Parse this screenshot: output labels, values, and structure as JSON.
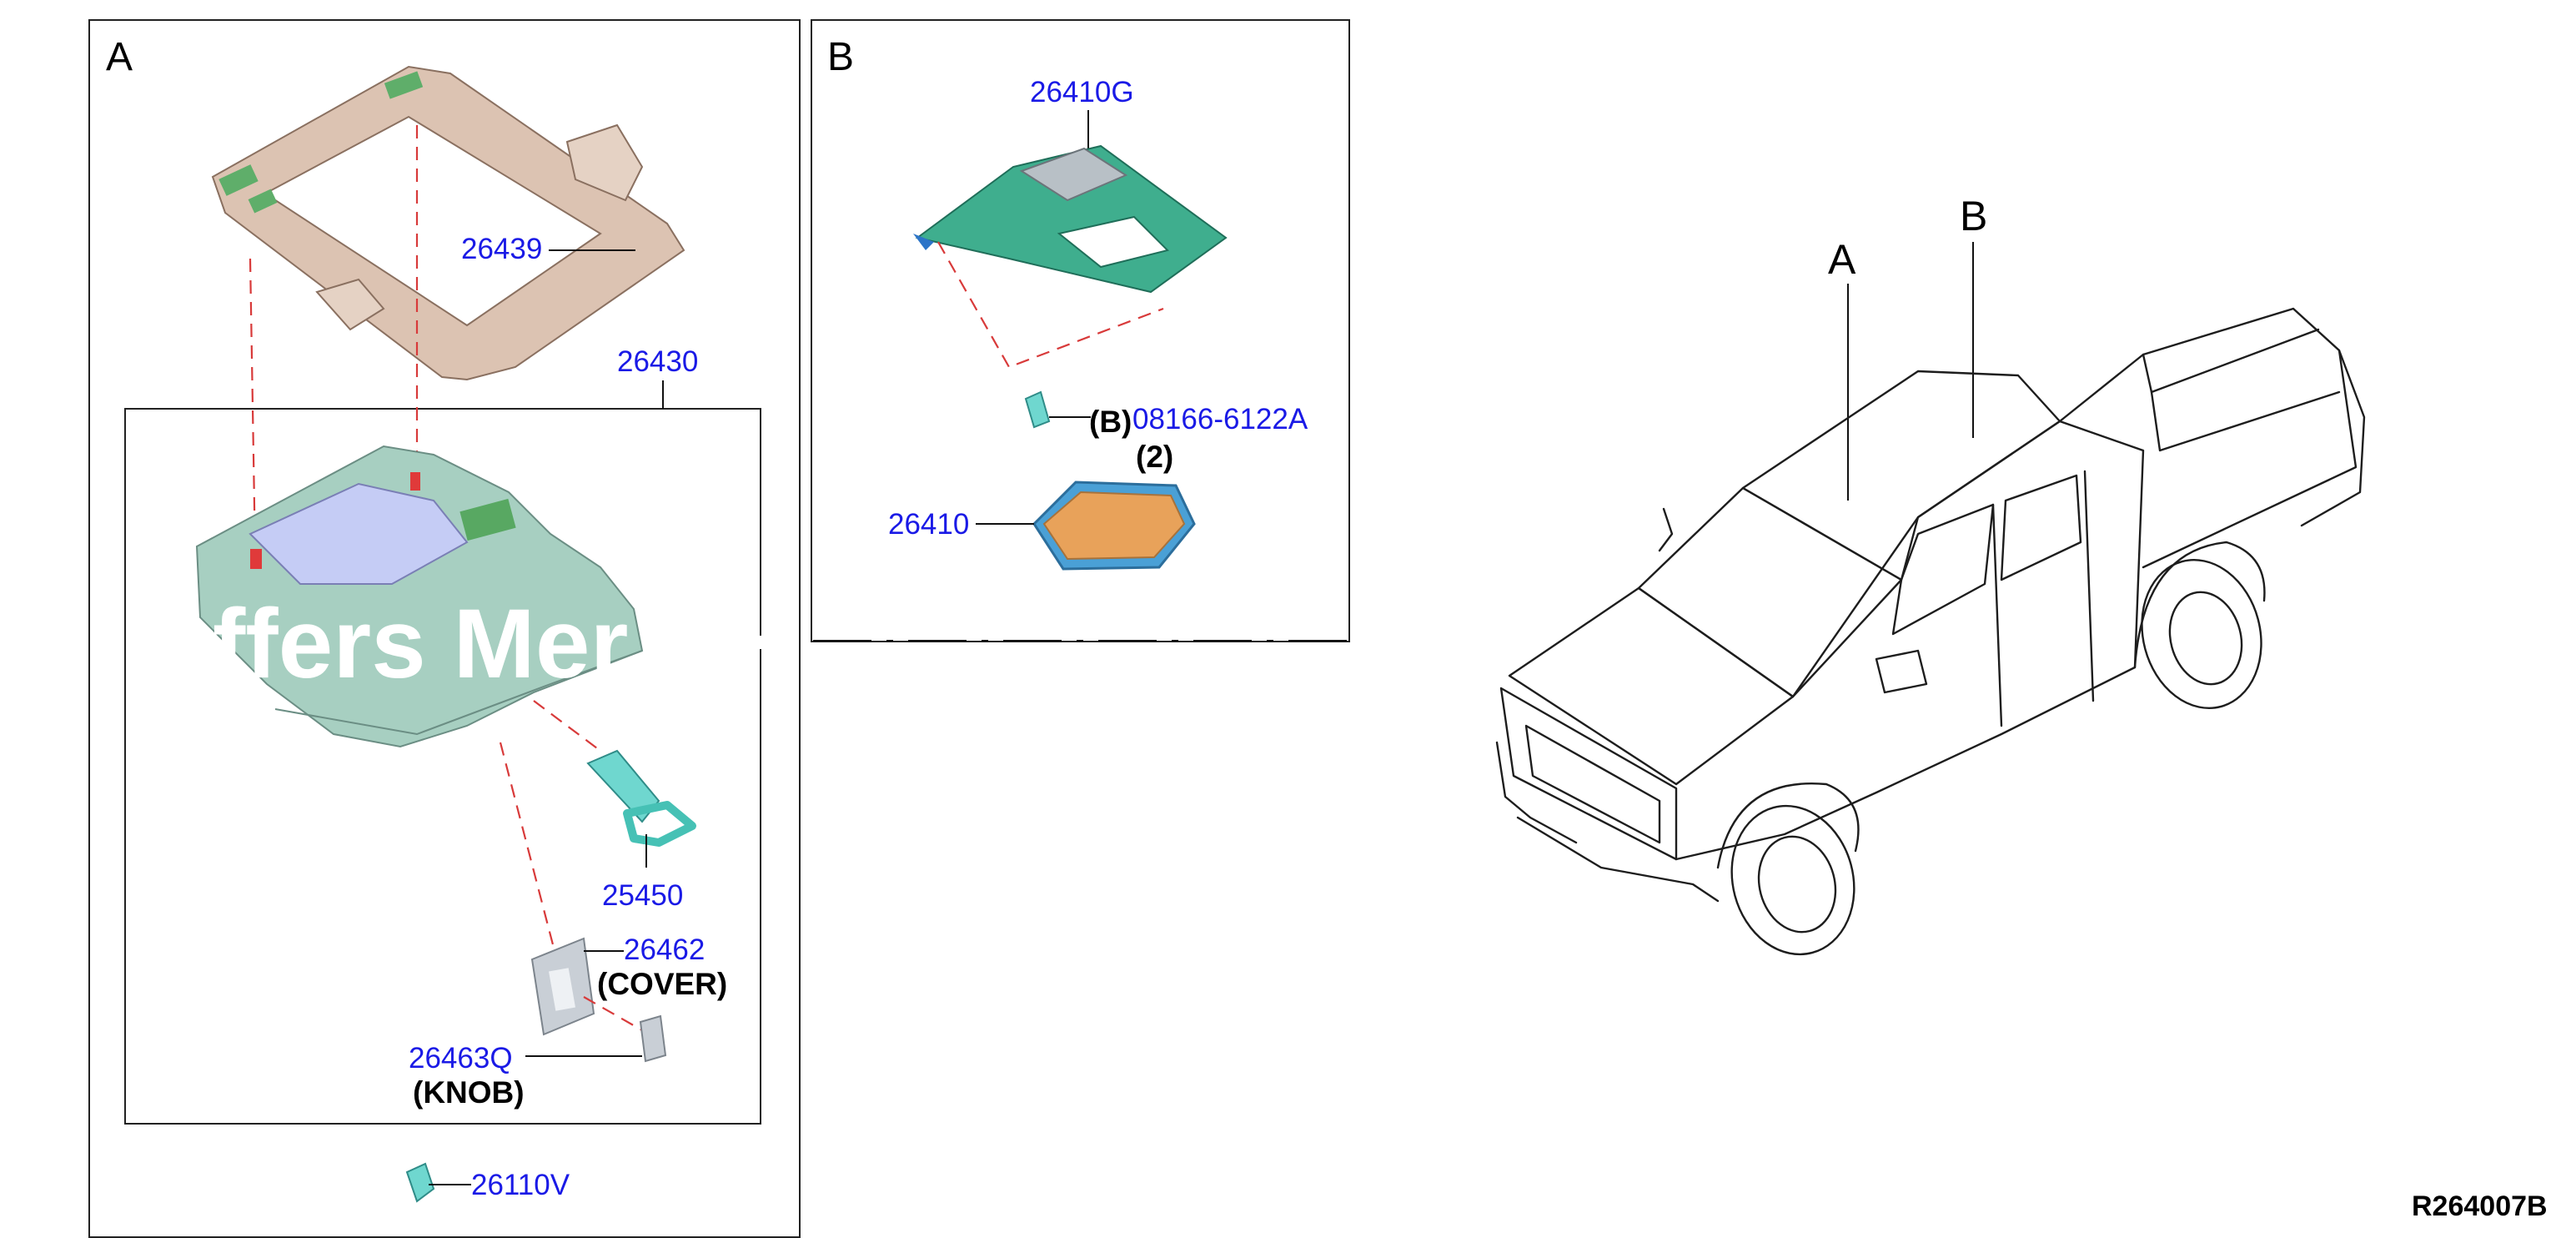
{
  "panels": {
    "a": {
      "label": "A"
    },
    "b": {
      "label": "B"
    }
  },
  "parts": {
    "p26439": "26439",
    "p26430": "26430",
    "p25450": "25450",
    "p26462": "26462",
    "p26462_note": "(COVER)",
    "p26463q": "26463Q",
    "p26463q_note": "(KNOB)",
    "p26110v": "26110V",
    "p26410g": "26410G",
    "p08166_prefix": "(B)",
    "p08166": "08166-6122A",
    "p08166_qty": "(2)",
    "p26410": "26410"
  },
  "vehicle_view": {
    "label_a": "A",
    "label_b": "B"
  },
  "watermark": "ffers Mer",
  "diagram_ref": "R264007B",
  "colors": {
    "part_number": "#1a1ae6",
    "frame_tan": "#d9bfae",
    "lamp_green": "#9fc9b8",
    "lens_orange": "#e8a25a",
    "bracket_teal": "#3fae8e",
    "dashed_guide": "#d83a3a"
  }
}
